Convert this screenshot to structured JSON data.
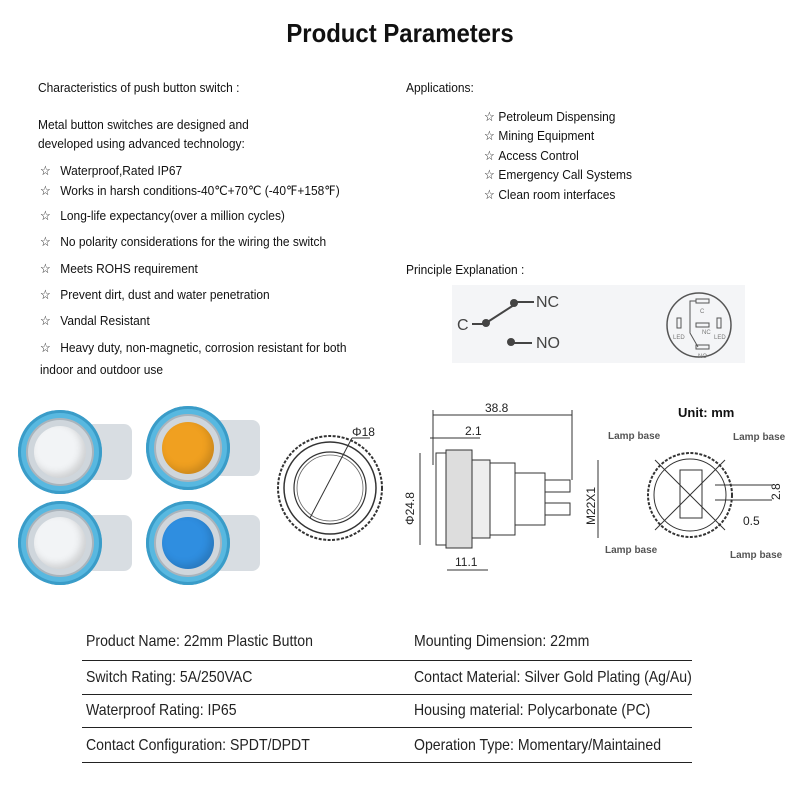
{
  "title": "Product Parameters",
  "characteristics": {
    "heading": "Characteristics of push button switch :",
    "intro_line1": "Metal button switches are designed and",
    "intro_line2": "developed using advanced technology:",
    "star": "☆",
    "items": [
      "Waterproof,Rated IP67",
      "Works in harsh conditions-40℃+70℃ (-40℉+158℉)",
      "Long-life expectancy(over a million cycles)",
      "No polarity considerations for the wiring the switch",
      "Meets ROHS requirement",
      "Prevent dirt, dust and water penetration",
      "Vandal Resistant",
      "Heavy duty, non-magnetic, corrosion resistant for both"
    ],
    "last_continuation": "indoor and outdoor use"
  },
  "applications": {
    "heading": "Applications:",
    "items": [
      "Petroleum Dispensing",
      "Mining Equipment",
      "Access Control",
      "Emergency Call Systems",
      "Clean room interfaces"
    ]
  },
  "principle": {
    "heading": "Principle Explanation :",
    "c": "C",
    "nc": "NC",
    "no": "NO",
    "pin_c": "C",
    "pin_nc": "NC",
    "pin_no": "NO",
    "pin_led": "LED"
  },
  "drawing": {
    "unit": "Unit: mm",
    "phi18": "Φ18",
    "len": "38.8",
    "d21": "2.1",
    "phi248": "Φ24.8",
    "m22": "M22X1",
    "d111": "11.1",
    "d28": "2.8",
    "d05": "0.5",
    "lamp_base": "Lamp base"
  },
  "button_colors": {
    "white": "#f2f4f6",
    "amber": "#f0a020",
    "ring": "#58b8e0",
    "blue": "#2f8ee0"
  },
  "specs": [
    [
      "Product Name: 22mm Plastic Button",
      "Mounting Dimension: 22mm"
    ],
    [
      "Switch Rating: 5A/250VAC",
      "Contact Material: Silver Gold Plating (Ag/Au)"
    ],
    [
      "Waterproof Rating: IP65",
      "Housing material: Polycarbonate (PC)"
    ],
    [
      "Contact Configuration: SPDT/DPDT",
      "Operation Type: Momentary/Maintained"
    ]
  ]
}
